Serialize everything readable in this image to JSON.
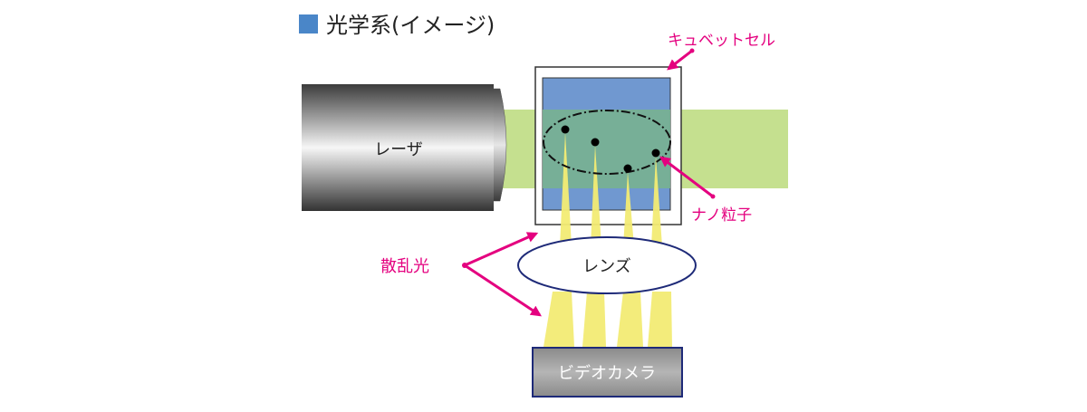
{
  "title": "光学系(イメージ)",
  "labels": {
    "laser": "レーザ",
    "cuvette": "キュベットセル",
    "nanoparticle": "ナノ粒子",
    "scattered_light": "散乱光",
    "lens": "レンズ",
    "video_camera": "ビデオカメラ"
  },
  "colors": {
    "title_square": "#4a86c8",
    "accent_magenta": "#e4007f",
    "beam_green": "#c5e08f",
    "cuvette_liquid": "#7098d0",
    "scatter_yellow": "#f3ec74",
    "lens_stroke": "#1e2a78",
    "camera_fill": "#9a9a9a",
    "camera_stroke": "#1e2a78"
  }
}
